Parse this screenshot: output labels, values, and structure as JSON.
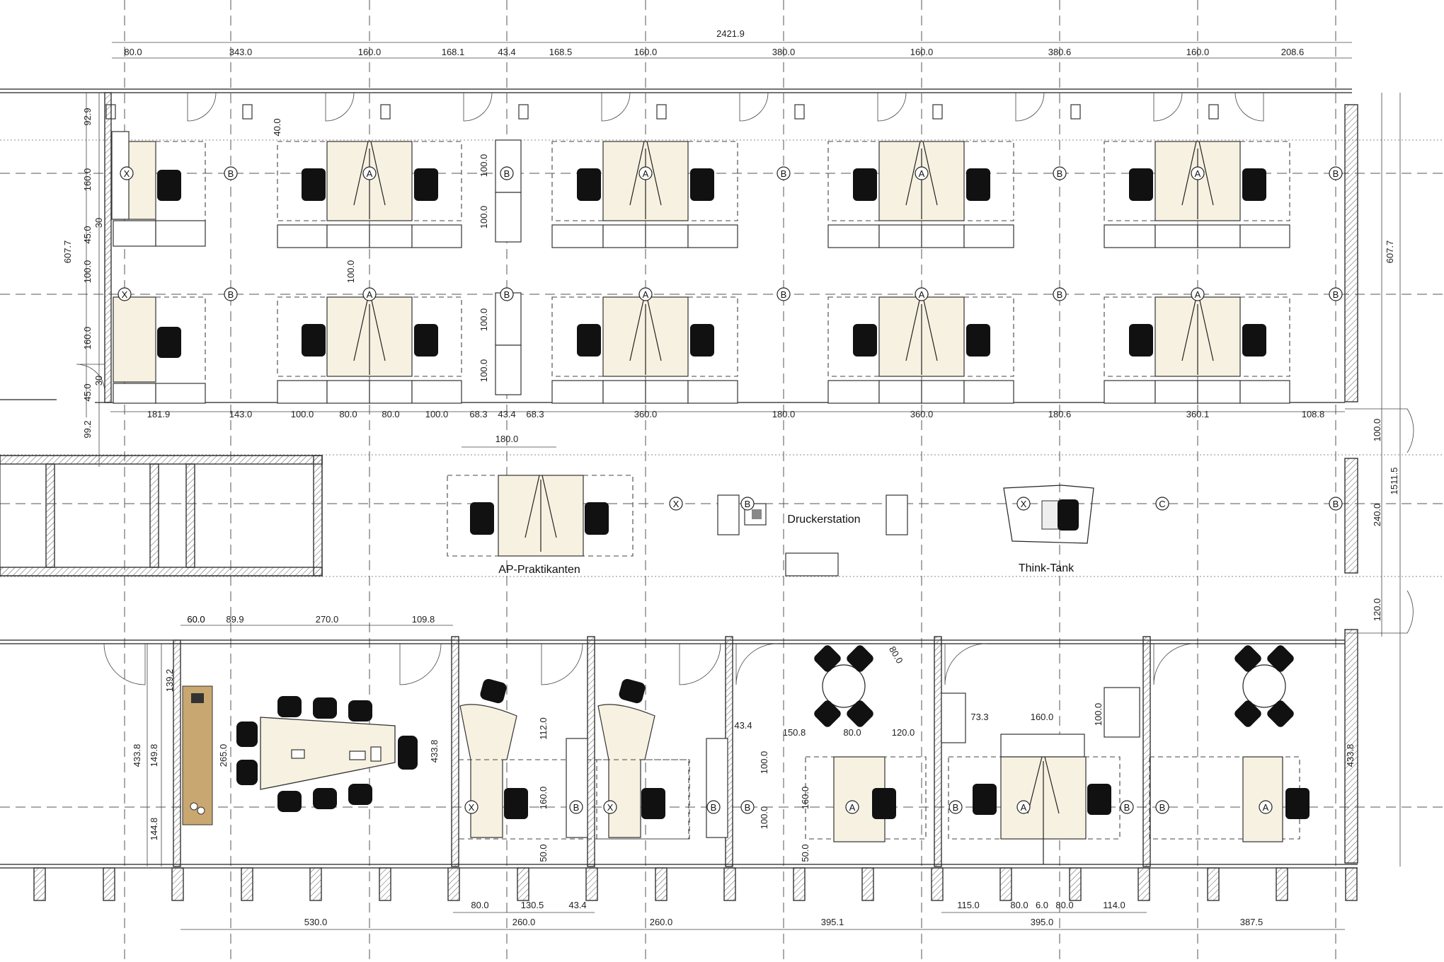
{
  "labels": {
    "intern_area": "AP-Praktikanten",
    "printer_station": "Druckerstation",
    "think_tank": "Think-Tank"
  },
  "dims": {
    "overall": "2421.9",
    "top_row": [
      "80.0",
      "343.0",
      "160.0",
      "168.1",
      "43.4",
      "168.5",
      "160.0",
      "380.0",
      "160.0",
      "380.6",
      "160.0",
      "208.6"
    ],
    "row2": [
      "181.9",
      "143.0",
      "100.0",
      "80.0",
      "80.0",
      "100.0",
      "68.3",
      "43.4",
      "68.3",
      "360.0",
      "180.0",
      "360.0",
      "180.6",
      "360.1",
      "108.8"
    ],
    "below_row2": "180.0",
    "left_a": "92.9",
    "left_b": "160.0",
    "left_c": "30",
    "left_d": "45.0",
    "left_e": "100.0",
    "left_f": "160.0",
    "left_g": "30",
    "left_h": "45.0",
    "left_i": "99.2",
    "left_total": "607.7",
    "right_total": "607.7",
    "desk_gap": "40.0",
    "cab_a": "100.0",
    "cab_b": "100.0",
    "cab_c": "100.0",
    "cab_d": "100.0",
    "mid_gap": "100.0",
    "right_corr_a": "100.0",
    "right_corr_b": "240.0",
    "right_corr_c": "120.0",
    "right_overall": "1511.5",
    "conf_top": [
      "60.0",
      "89.9",
      "270.0",
      "109.8"
    ],
    "conf_left": [
      "139.2",
      "149.8",
      "144.8"
    ],
    "conf_total": "433.8",
    "conf_table": "265.0",
    "r2_side": "433.8",
    "r2_a": "112.0",
    "r2_b": "160.0",
    "r2_c": "50.0",
    "r3_a": "43.4",
    "r3_b": "100.0",
    "r3_c": "100.0",
    "r4_a": "150.8",
    "r4_b": "80.0",
    "r4_c": "120.0",
    "r4_d": "160.0",
    "r4_e": "50.0",
    "r4_f": "80.0",
    "r5_a": "73.3",
    "r5_b": "160.0",
    "r5_c": "100.0",
    "right_side": "433.8",
    "bottom_small": [
      "80.0",
      "130.5",
      "43.4",
      "115.0",
      "80.0",
      "6.0",
      "80.0",
      "114.0"
    ],
    "bottom_rooms": [
      "530.0",
      "260.0",
      "260.0",
      "395.1",
      "395.0",
      "387.5"
    ]
  },
  "grid_marks": {
    "a": "A",
    "b": "B",
    "c": "C",
    "x": "X"
  },
  "colors": {
    "desk_fill": "#f7f1e1",
    "sideboard": "#c9a770",
    "chair": "#111111",
    "wall_hatch": "#555555"
  }
}
